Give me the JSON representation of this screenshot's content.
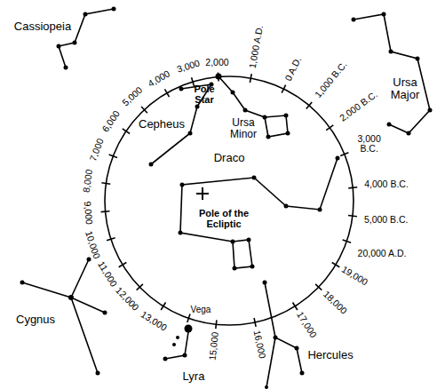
{
  "diagram": {
    "labels": [
      "Cassiopeia",
      "Ursa Major",
      "Pole Star",
      "Ursa Minor",
      "Draco",
      "Pole of the Ecliptic",
      "Cepheus",
      "Cygnus",
      "Vega",
      "Lyra",
      "Hercules",
      "2,000",
      "1,000 A.D.",
      "0 A.D.",
      "1,000 B.C.",
      "2,000 B.C.",
      "3,000 B.C.",
      "4,000 B.C.",
      "5,000 B.C.",
      "20,000 A.D.",
      "19,000",
      "18,000",
      "17,000",
      "16,000",
      "15,000",
      "13,000",
      "12,000",
      "11,000",
      "10,000",
      "9,000",
      "8,000",
      "7,000",
      "6,000",
      "5,000",
      "4,000",
      "3,000"
    ]
  }
}
